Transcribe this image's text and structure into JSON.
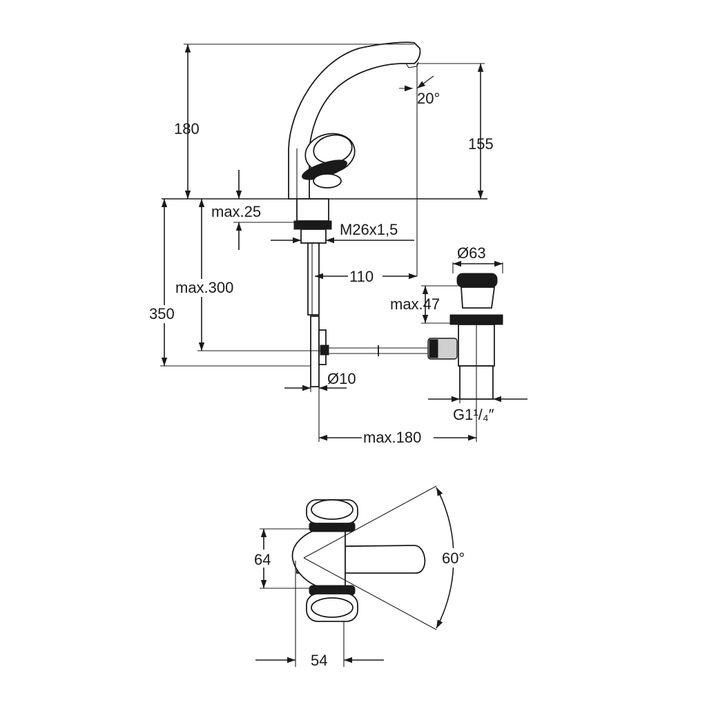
{
  "colors": {
    "line": "#1a1a1a",
    "paper": "#ffffff",
    "shade": "#cfcfcf"
  },
  "dimensions": {
    "height_total": "180",
    "spout_height": "155",
    "spout_angle": "20°",
    "deck_max": "max.25",
    "thread": "M26x1,5",
    "reach": "110",
    "waste_diameter": "Ø63",
    "waste_max_height": "max.47",
    "rod_length": "max.300",
    "total_depth": "350",
    "rod_diameter": "Ø10",
    "waste_thread": "G1¹/₄″",
    "rod_max": "max.180",
    "handle_offset": "64",
    "rotation_angle": "60°",
    "base_width": "54"
  }
}
